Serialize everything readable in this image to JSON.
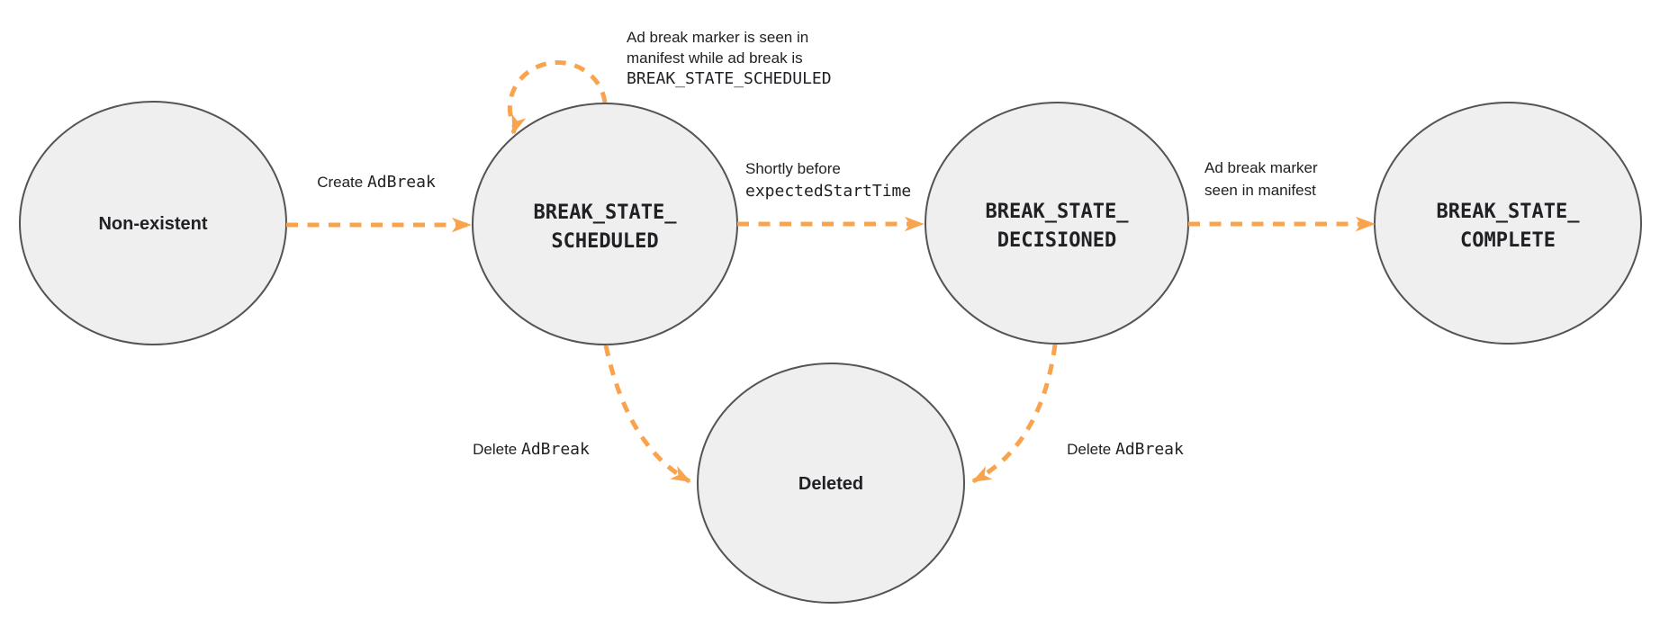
{
  "diagram": {
    "colors": {
      "arrow_orange": "#f8a44e",
      "node_fill": "#efefef",
      "node_stroke": "#545454",
      "text": "#202124"
    },
    "states": {
      "non_existent": {
        "label": "Non-existent"
      },
      "scheduled": {
        "line1": "BREAK_STATE_",
        "line2": "SCHEDULED"
      },
      "decisioned": {
        "line1": "BREAK_STATE_",
        "line2": "DECISIONED"
      },
      "complete": {
        "line1": "BREAK_STATE_",
        "line2": "COMPLETE"
      },
      "deleted": {
        "label": "Deleted"
      }
    },
    "transitions": {
      "create": {
        "action": "Create ",
        "code": "AdBreak"
      },
      "self_loop": {
        "line1": "Ad break marker is seen in",
        "line2": "manifest while ad break is",
        "line3_code": "BREAK_STATE_SCHEDULED"
      },
      "to_decisioned": {
        "line1": "Shortly before",
        "line2_code": "expectedStartTime"
      },
      "to_complete": {
        "line1": "Ad break marker",
        "line2": "seen in manifest"
      },
      "delete_from_scheduled": {
        "action": "Delete ",
        "code": "AdBreak"
      },
      "delete_from_decisioned": {
        "action": "Delete ",
        "code": "AdBreak"
      }
    }
  }
}
